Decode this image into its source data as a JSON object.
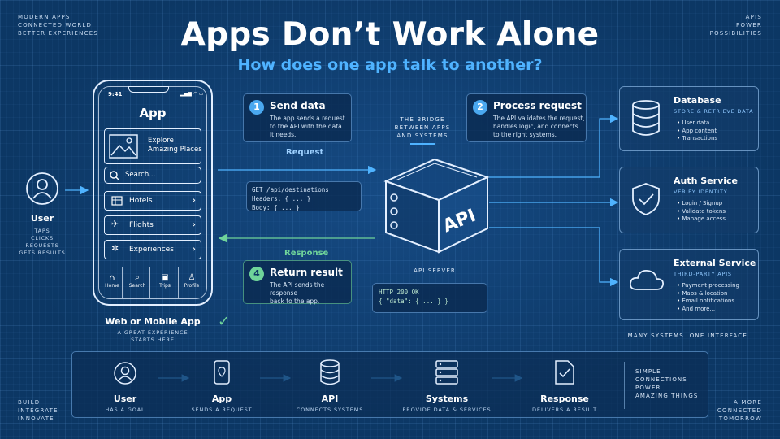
{
  "corners": {
    "top_left": [
      "MODERN APPS",
      "CONNECTED WORLD",
      "BETTER EXPERIENCES"
    ],
    "top_right": [
      "APIs",
      "POWER",
      "POSSIBILITIES"
    ],
    "bottom_left": [
      "BUILD",
      "INTEGRATE",
      "INNOVATE"
    ],
    "bottom_right": [
      "A MORE",
      "CONNECTED",
      "TOMORROW"
    ]
  },
  "title": "Apps Don’t Work Alone",
  "subtitle": "How does one app talk to another?",
  "user": {
    "label": "User",
    "actions": [
      "TAPS",
      "CLICKS",
      "REQUESTS",
      "GETS RESULTS"
    ],
    "icon": "user-icon"
  },
  "phone": {
    "time": "9:41",
    "app_title": "App",
    "banner_line1": "Explore",
    "banner_line2": "Amazing Places",
    "search_placeholder": "Search...",
    "menu": [
      {
        "label": "Hotels",
        "icon": "hotel-icon"
      },
      {
        "label": "Flights",
        "icon": "plane-icon"
      },
      {
        "label": "Experiences",
        "icon": "sparkle-icon"
      }
    ],
    "nav": [
      {
        "label": "Home",
        "icon": "home-icon"
      },
      {
        "label": "Search",
        "icon": "search-icon"
      },
      {
        "label": "Trips",
        "icon": "suitcase-icon"
      },
      {
        "label": "Profile",
        "icon": "profile-icon"
      }
    ],
    "caption": "Web or Mobile App",
    "caption_sub_1": "A GREAT EXPERIENCE",
    "caption_sub_2": "STARTS HERE"
  },
  "steps": {
    "send": {
      "num": "1",
      "title": "Send data",
      "desc_1": "The app sends a request",
      "desc_2": "to the API with the data",
      "desc_3": "it needs."
    },
    "process": {
      "num": "2",
      "title": "Process request",
      "desc_1": "The API validates the request,",
      "desc_2": "handles logic, and connects",
      "desc_3": "to the right systems."
    },
    "return": {
      "num": "4",
      "title": "Return result",
      "desc_1": "The API sends the response",
      "desc_2": "back to the app."
    }
  },
  "arrows": {
    "request": "Request",
    "response": "Response"
  },
  "request_code": [
    "GET /api/destinations",
    "Headers: { ... }",
    "Body: { ... }"
  ],
  "response_code": [
    "HTTP 200 OK",
    "{ \"data\": { ... } }"
  ],
  "bridge": [
    "THE BRIDGE",
    "BETWEEN APPS",
    "AND SYSTEMS"
  ],
  "api": {
    "label": "API",
    "caption": "API SERVER"
  },
  "services": [
    {
      "title": "Database",
      "sub": "STORE & RETRIEVE DATA",
      "items": [
        "User data",
        "App content",
        "Transactions"
      ],
      "icon": "database-icon"
    },
    {
      "title": "Auth Service",
      "sub": "VERIFY IDENTITY",
      "items": [
        "Login / Signup",
        "Validate tokens",
        "Manage access"
      ],
      "icon": "shield-check-icon"
    },
    {
      "title": "External Service",
      "sub": "THIRD-PARTY APIs",
      "items": [
        "Payment processing",
        "Maps & location",
        "Email notifications",
        "And more..."
      ],
      "icon": "cloud-icon"
    }
  ],
  "services_caption": "MANY SYSTEMS. ONE INTERFACE.",
  "flow": [
    {
      "title": "User",
      "sub": "HAS A GOAL",
      "icon": "user-icon"
    },
    {
      "title": "App",
      "sub": "SENDS A REQUEST",
      "icon": "phone-icon"
    },
    {
      "title": "API",
      "sub": "CONNECTS SYSTEMS",
      "icon": "database-icon"
    },
    {
      "title": "Systems",
      "sub": "PROVIDE DATA & SERVICES",
      "icon": "server-icon"
    },
    {
      "title": "Response",
      "sub": "DELIVERS A RESULT",
      "icon": "document-check-icon"
    }
  ],
  "flow_tagline": [
    "SIMPLE",
    "CONNECTIONS",
    "POWER",
    "AMAZING THINGS"
  ],
  "colors": {
    "background": "#0c3764",
    "accent_blue": "#4fb3ff",
    "accent_green": "#6fd49a",
    "line": "#e3efff"
  }
}
